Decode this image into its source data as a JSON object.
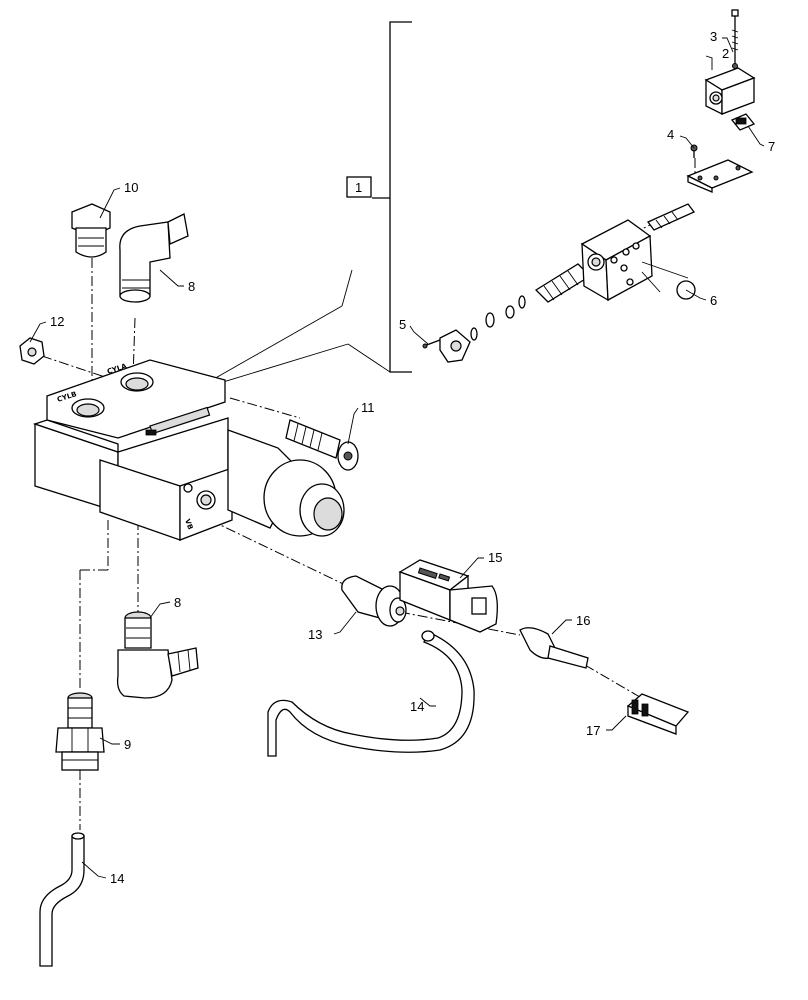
{
  "diagram": {
    "callouts": [
      {
        "id": "c1",
        "label": "1"
      },
      {
        "id": "c2",
        "label": "2"
      },
      {
        "id": "c3",
        "label": "3"
      },
      {
        "id": "c4",
        "label": "4"
      },
      {
        "id": "c5",
        "label": "5"
      },
      {
        "id": "c6",
        "label": "6"
      },
      {
        "id": "c7",
        "label": "7"
      },
      {
        "id": "c8a",
        "label": "8"
      },
      {
        "id": "c8b",
        "label": "8"
      },
      {
        "id": "c9",
        "label": "9"
      },
      {
        "id": "c10",
        "label": "10"
      },
      {
        "id": "c11",
        "label": "11"
      },
      {
        "id": "c12",
        "label": "12"
      },
      {
        "id": "c13",
        "label": "13"
      },
      {
        "id": "c14a",
        "label": "14"
      },
      {
        "id": "c14b",
        "label": "14"
      },
      {
        "id": "c15",
        "label": "15"
      },
      {
        "id": "c16",
        "label": "16"
      },
      {
        "id": "c17",
        "label": "17"
      }
    ],
    "port_stamps": [
      "CYLB",
      "CYLA",
      "VB"
    ]
  }
}
